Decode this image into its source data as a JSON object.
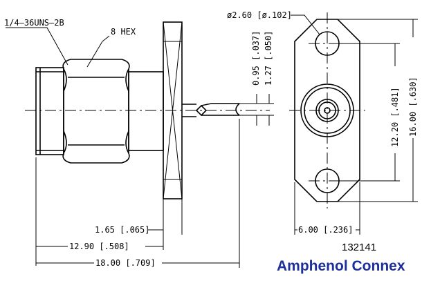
{
  "labels": {
    "thread": "1/4–36UNS–2B",
    "hex": "8 HEX",
    "dim_095": "0.95 [.037]",
    "dim_127": "1.27 [.050]",
    "dim_165": "1.65 [.065]",
    "dim_1290": "12.90 [.508]",
    "dim_1800": "18.00 [.709]",
    "dim_hole": "ø2.60 [ø.102]",
    "dim_1220": "12.20 [.481]",
    "dim_1600": "16.00 [.630]",
    "dim_600": "6.00 [.236]"
  },
  "part_number": "132141",
  "brand": "Amphenol Connex",
  "brand_color": "#1c2e9c"
}
